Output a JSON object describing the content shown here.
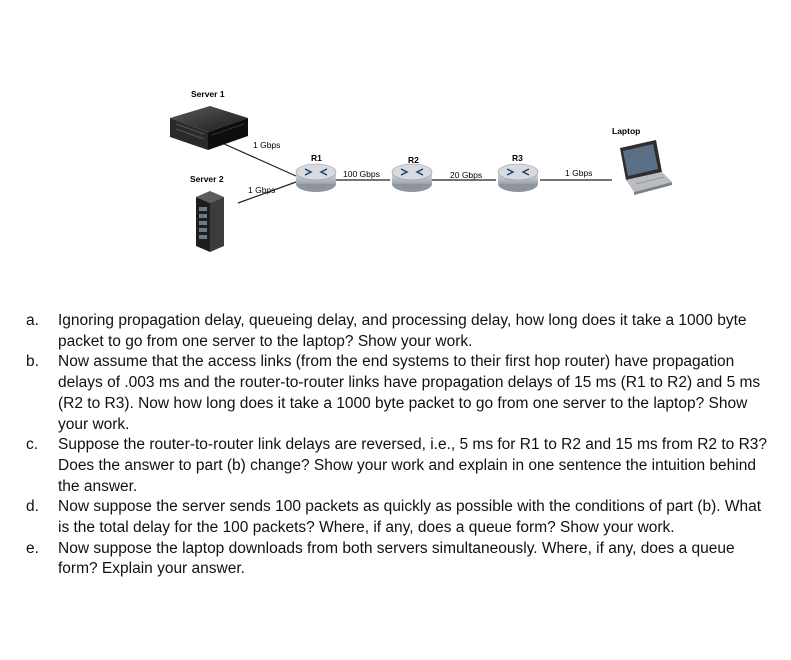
{
  "diagram": {
    "nodes": {
      "server1": "Server 1",
      "server2": "Server 2",
      "r1": "R1",
      "r2": "R2",
      "r3": "R3",
      "laptop": "Laptop"
    },
    "links": {
      "s1_r1": "1 Gbps",
      "s2_r1": "1 Gbps",
      "r1_r2": "100 Gbps",
      "r2_r3": "20 Gbps",
      "r3_laptop": "1 Gbps"
    }
  },
  "questions": [
    {
      "letter": "a.",
      "text": "Ignoring propagation delay, queueing delay, and processing delay, how long does it take a 1000 byte packet to go from one server to the laptop? Show your work."
    },
    {
      "letter": "b.",
      "text": "Now assume that the access links (from the end systems to their first hop router) have propagation delays of .003 ms and the router-to-router links have propagation delays of 15 ms (R1 to R2) and 5 ms (R2 to R3). Now how long does it take a 1000 byte packet to go from one server to the laptop? Show your work."
    },
    {
      "letter": "c.",
      "text": "Suppose the router-to-router link delays are reversed, i.e., 5 ms for R1 to R2 and 15 ms from R2 to R3? Does the answer to part (b) change? Show your work and explain in one sentence the intuition behind the answer."
    },
    {
      "letter": "d.",
      "text": "Now suppose the server sends 100 packets as quickly as possible with the conditions of part (b). What is the total delay for the 100 packets? Where, if any, does a queue form? Show your work."
    },
    {
      "letter": "e.",
      "text": "Now suppose the laptop downloads from both servers simultaneously. Where, if any, does a queue form? Explain your answer."
    }
  ]
}
